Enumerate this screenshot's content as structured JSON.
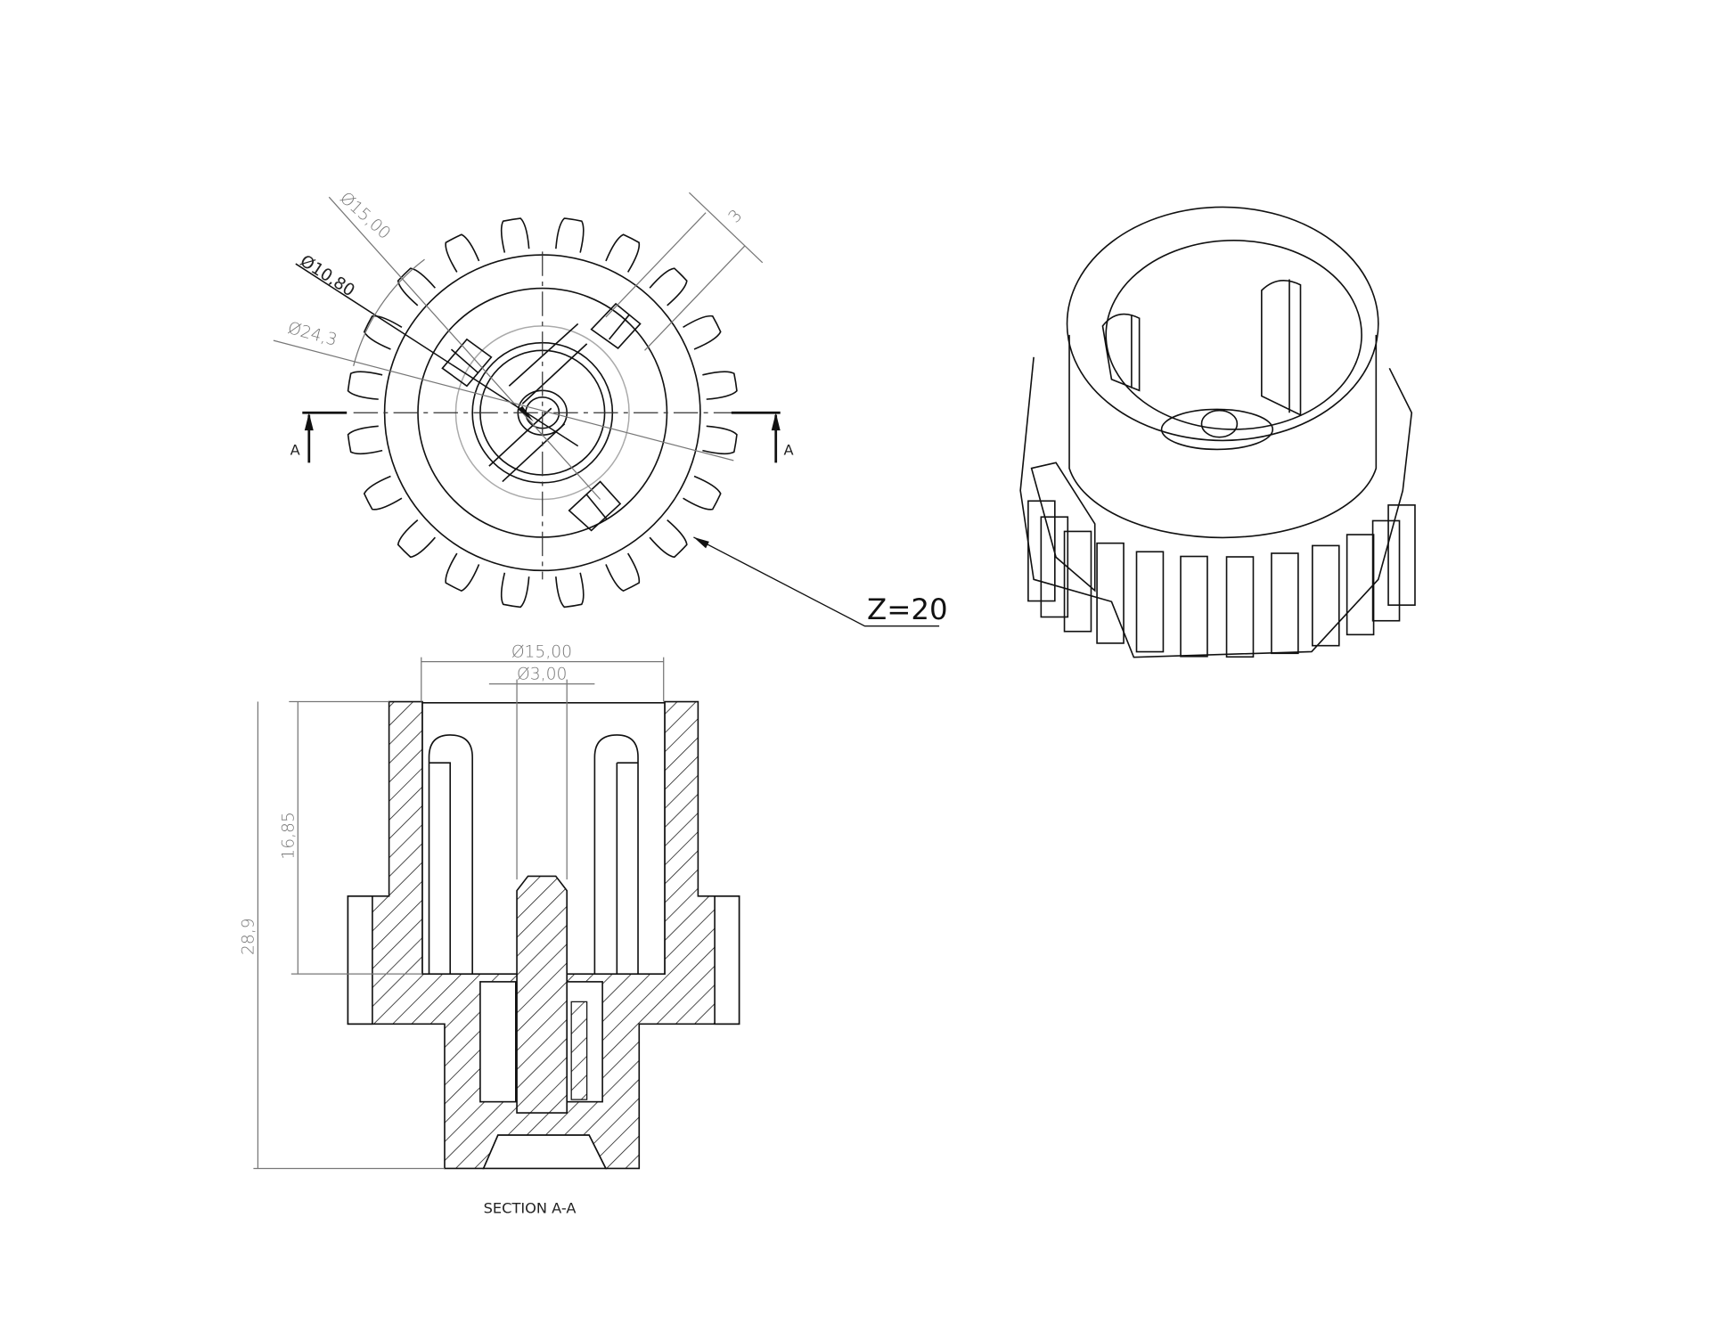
{
  "front_view": {
    "dims": {
      "dia_outer_body": "Ø15,00",
      "dia_bore": "Ø10,80",
      "dia_tip": "Ø24,3",
      "slot_width": "3"
    },
    "section_marks": {
      "left": "A",
      "right": "A"
    },
    "teeth_callout": "Z=20",
    "teeth_count": 20
  },
  "section_view": {
    "dims": {
      "dia_outer": "Ø15,00",
      "dia_pin": "Ø3,00",
      "depth": "16,85",
      "height": "28,9"
    },
    "caption": "SECTION A-A"
  }
}
